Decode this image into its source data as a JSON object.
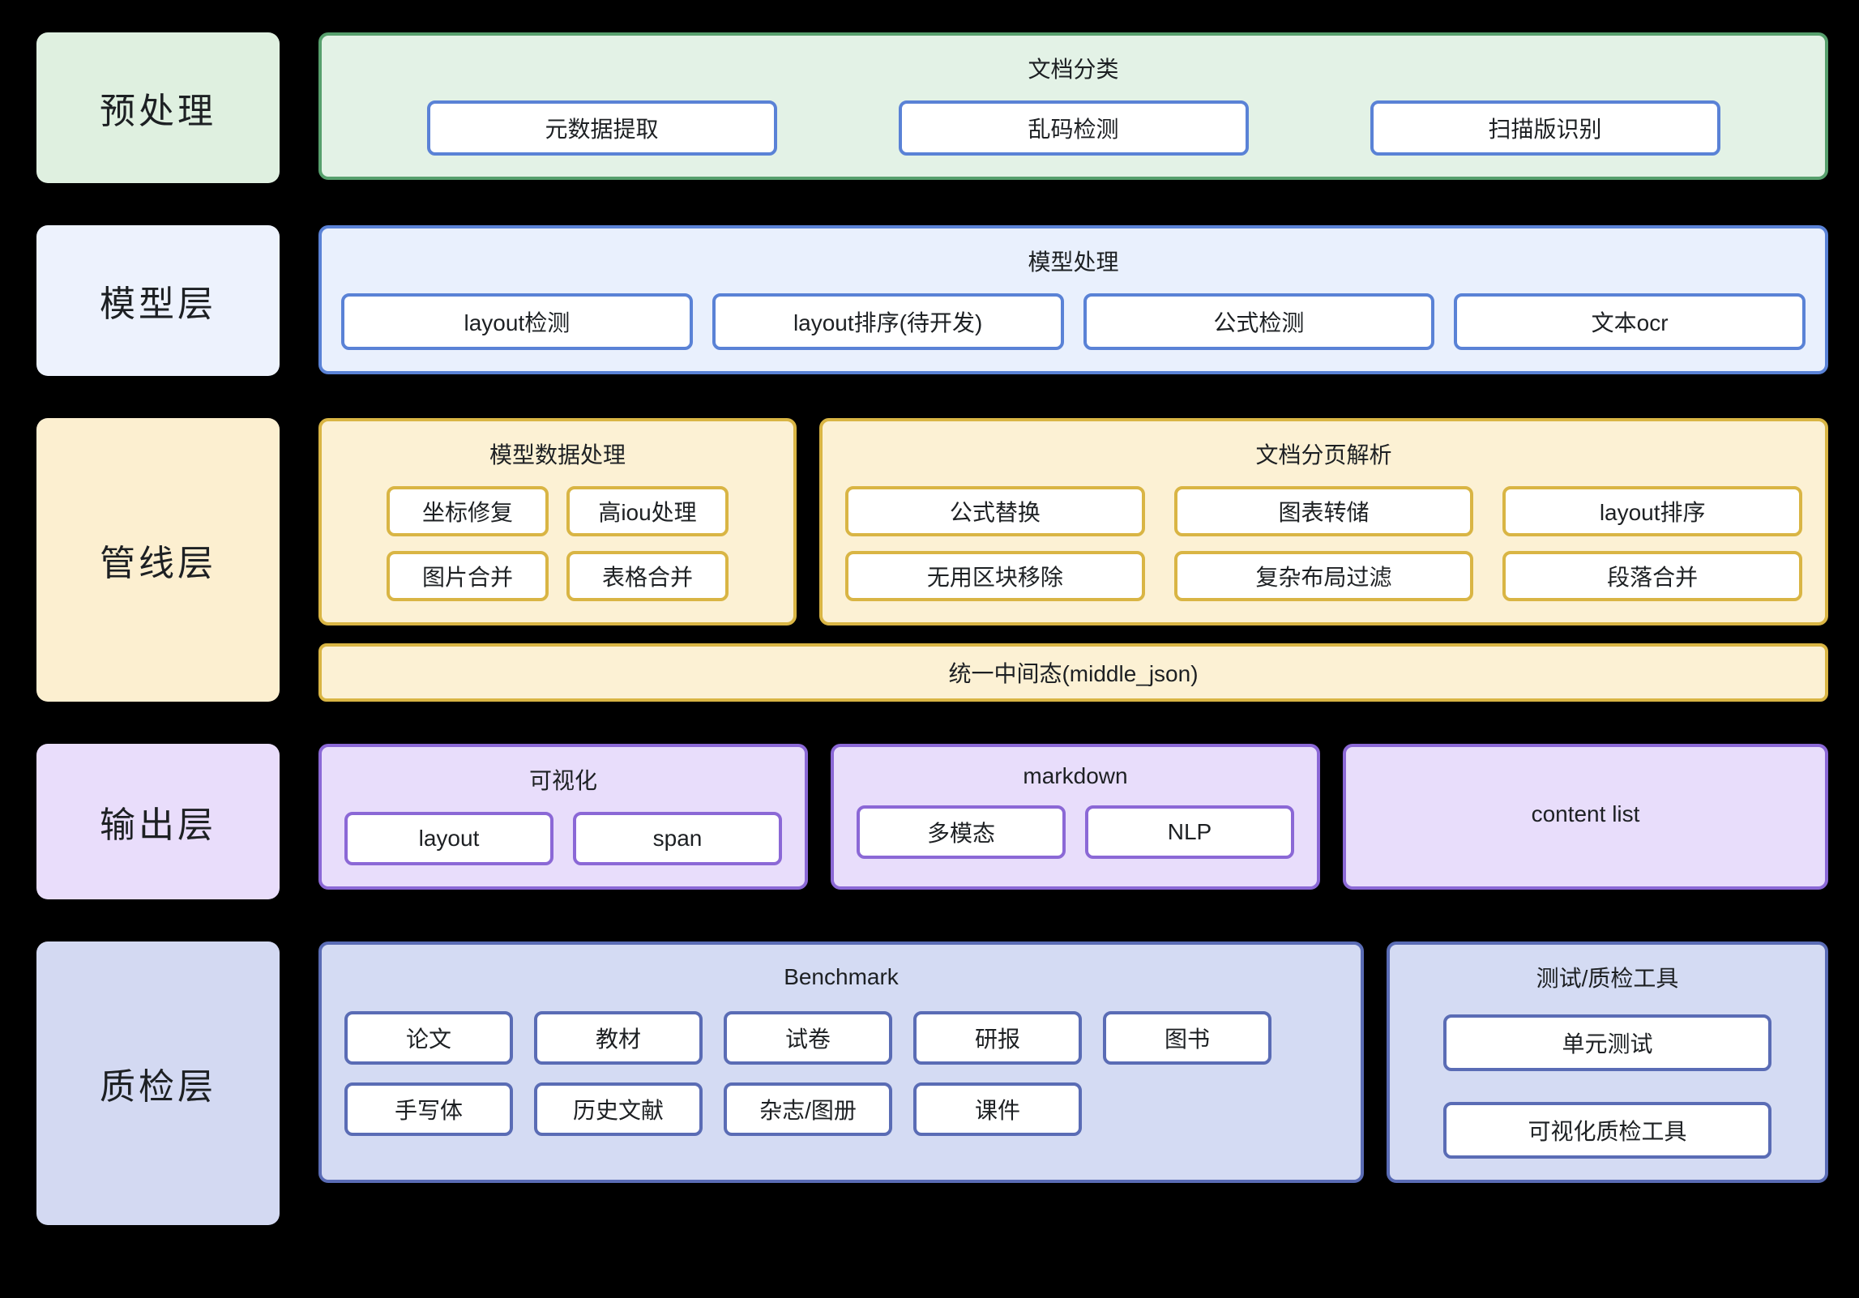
{
  "colors": {
    "background": "#000000",
    "green_fill": "#e3f2e6",
    "green_border": "#57a06d",
    "blue_fill": "#e9f0fd",
    "blue_border": "#5a82d6",
    "yellow_fill": "#fcf1d4",
    "yellow_border": "#d9b544",
    "purple_fill": "#e8ddfb",
    "purple_border": "#8b68d6",
    "indigo_fill": "#d4dbf3",
    "indigo_border": "#5a6cb5"
  },
  "layers": {
    "preprocess": {
      "label": "预处理",
      "panel_title": "文档分类",
      "nodes": [
        "元数据提取",
        "乱码检测",
        "扫描版识别"
      ]
    },
    "model": {
      "label": "模型层",
      "panel_title": "模型处理",
      "nodes": [
        "layout检测",
        "layout排序(待开发)",
        "公式检测",
        "文本ocr"
      ]
    },
    "pipeline": {
      "label": "管线层",
      "model_data": {
        "title": "模型数据处理",
        "nodes": [
          "坐标修复",
          "高iou处理",
          "图片合并",
          "表格合并"
        ]
      },
      "page_parse": {
        "title": "文档分页解析",
        "row1": [
          "公式替换",
          "图表转储",
          "layout排序"
        ],
        "row2": [
          "无用区块移除",
          "复杂布局过滤",
          "段落合并"
        ]
      },
      "middle_state": "统一中间态(middle_json)"
    },
    "output": {
      "label": "输出层",
      "visualization": {
        "title": "可视化",
        "nodes": [
          "layout",
          "span"
        ]
      },
      "markdown": {
        "title": "markdown",
        "nodes": [
          "多模态",
          "NLP"
        ]
      },
      "content_list": {
        "title": "content list"
      }
    },
    "qc": {
      "label": "质检层",
      "benchmark": {
        "title": "Benchmark",
        "row1": [
          "论文",
          "教材",
          "试卷",
          "研报",
          "图书"
        ],
        "row2": [
          "手写体",
          "历史文献",
          "杂志/图册",
          "课件"
        ]
      },
      "tools": {
        "title": "测试/质检工具",
        "nodes": [
          "单元测试",
          "可视化质检工具"
        ]
      }
    }
  }
}
